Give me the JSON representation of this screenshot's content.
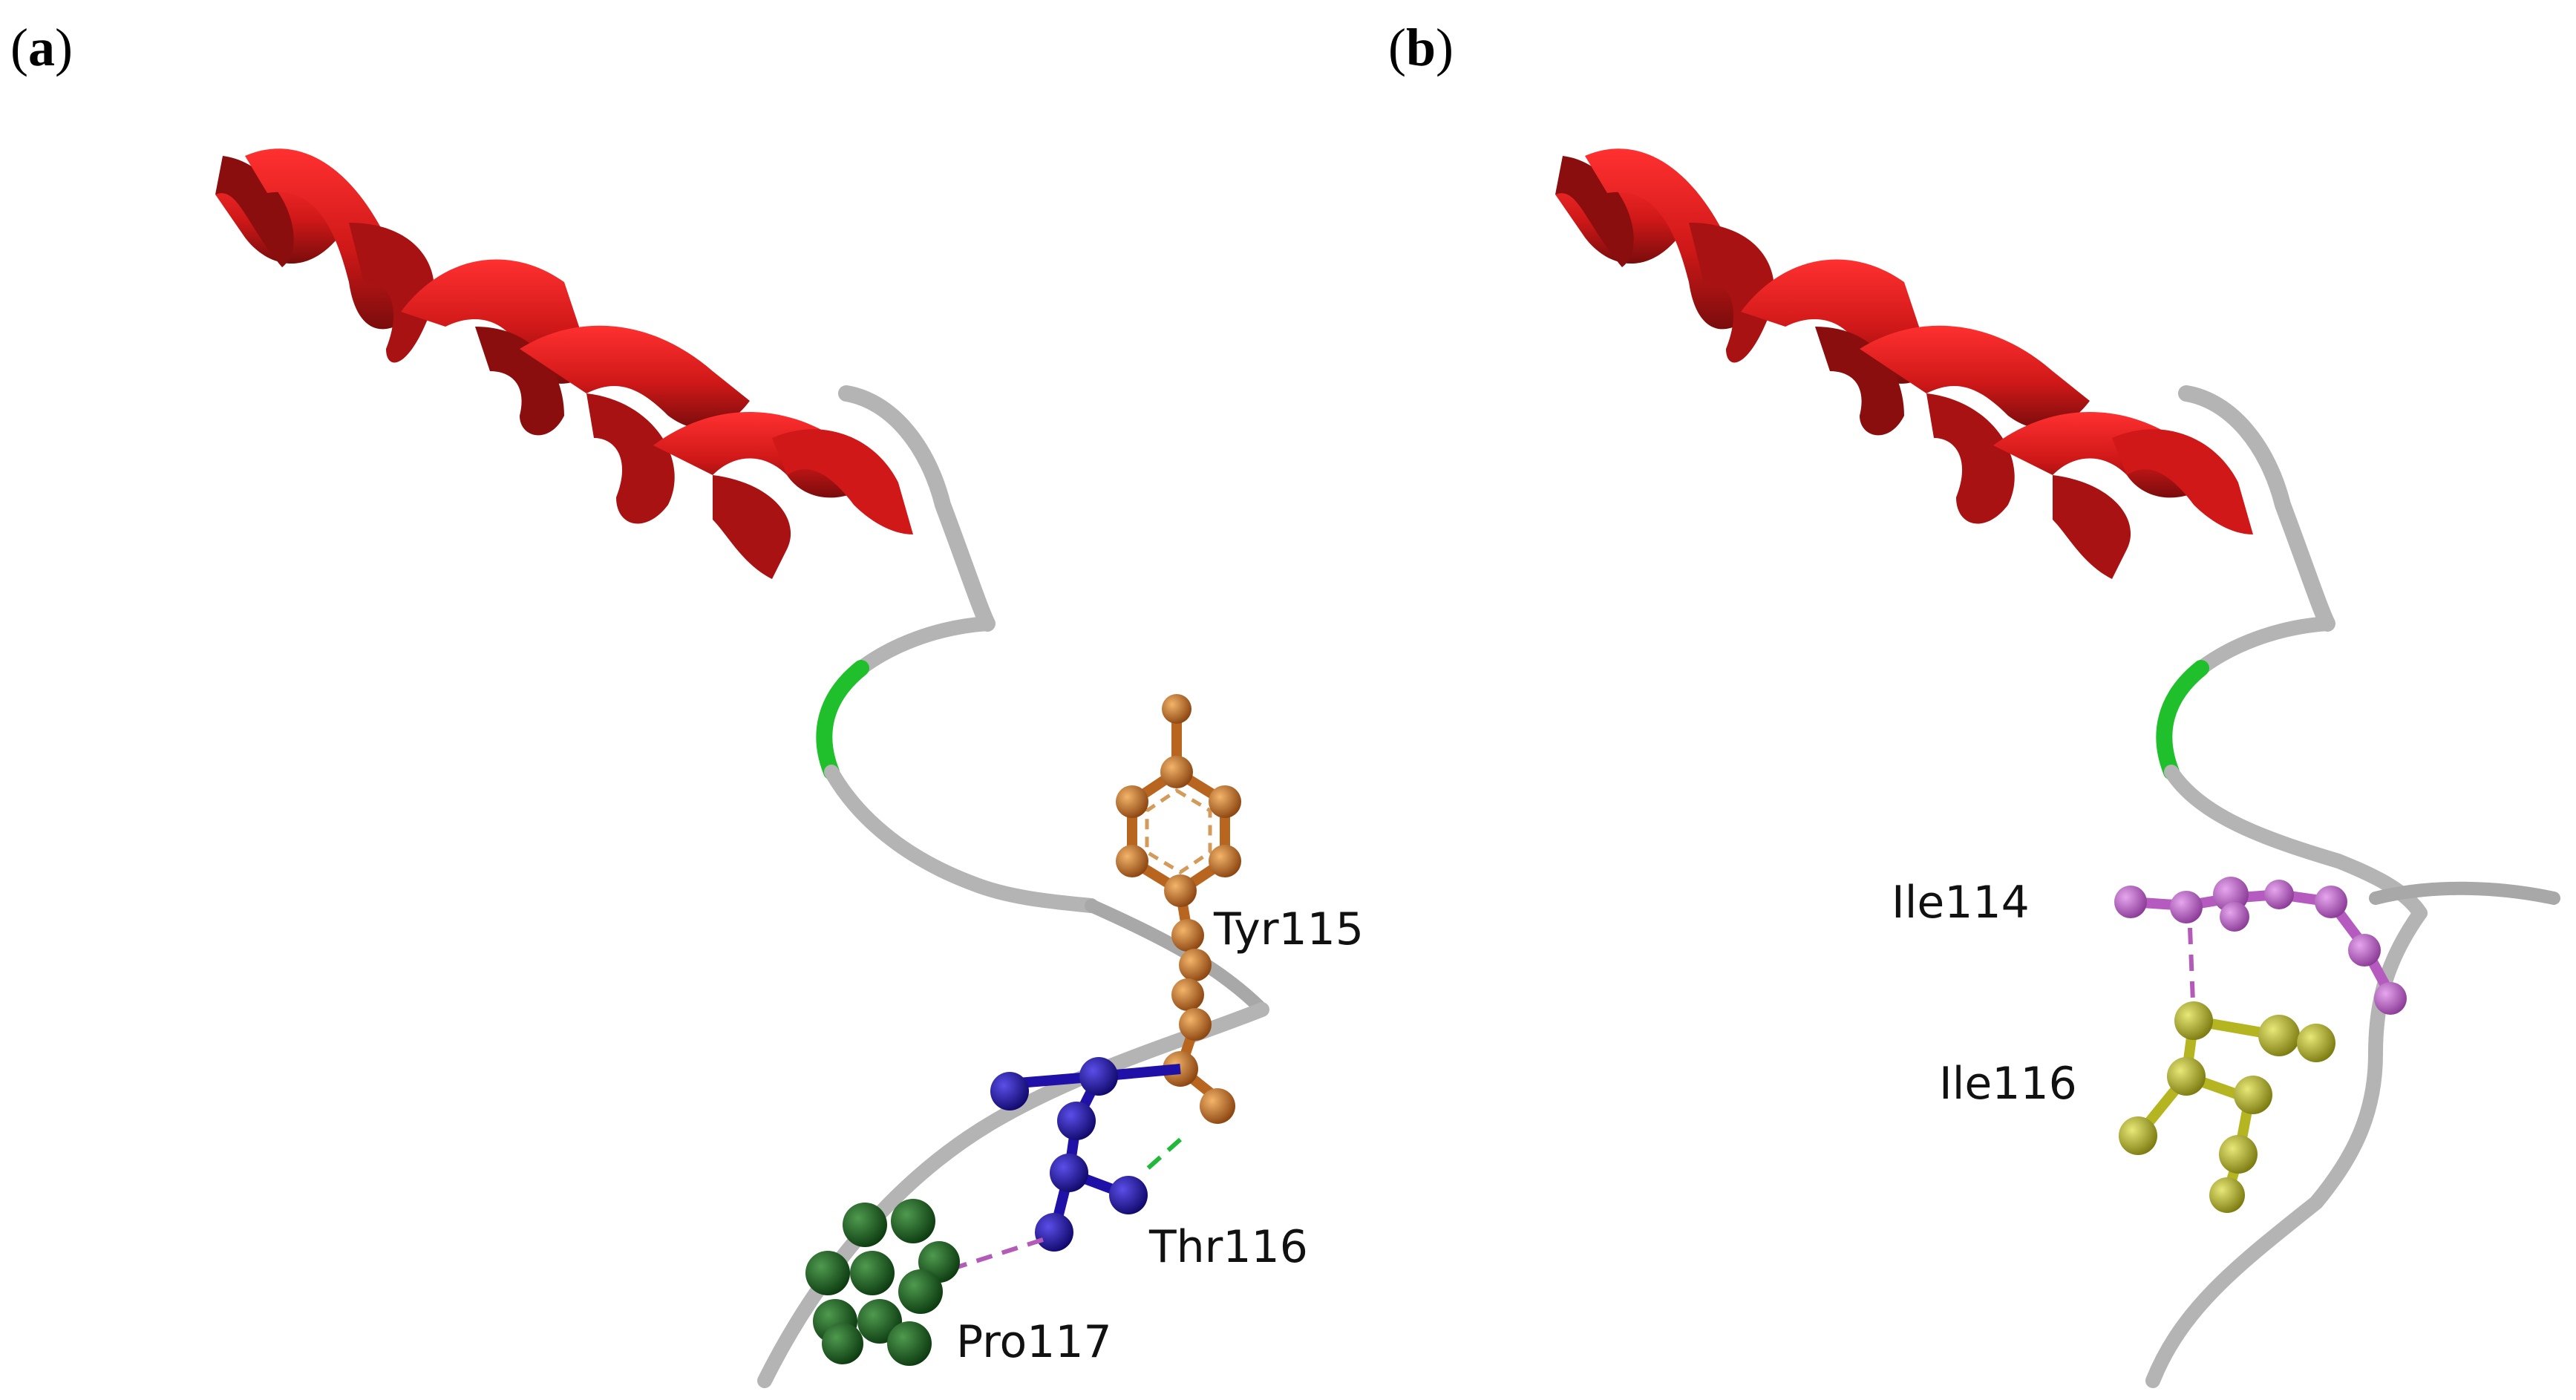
{
  "panels": [
    {
      "id": "a",
      "label_open": "(",
      "label_letter": "a",
      "label_close": ")",
      "residues": [
        {
          "key": "tyr",
          "text": "Tyr115",
          "color": "#b8651f"
        },
        {
          "key": "thr",
          "text": "Thr116",
          "color": "#1f10a8"
        },
        {
          "key": "pro",
          "text": "Pro117",
          "color": "#1b5e20"
        }
      ]
    },
    {
      "id": "b",
      "label_open": "(",
      "label_letter": "b",
      "label_close": ")",
      "residues": [
        {
          "key": "ile114",
          "text": "Ile114",
          "color": "#b55bc0"
        },
        {
          "key": "ile116",
          "text": "Ile116",
          "color": "#b5b522"
        }
      ]
    }
  ],
  "colors": {
    "helix": "#d01818",
    "coil": "#b4b4b4",
    "turn": "#1fc02c",
    "hbond": "#22b83a",
    "hydrophobic": "#b45ab8"
  }
}
